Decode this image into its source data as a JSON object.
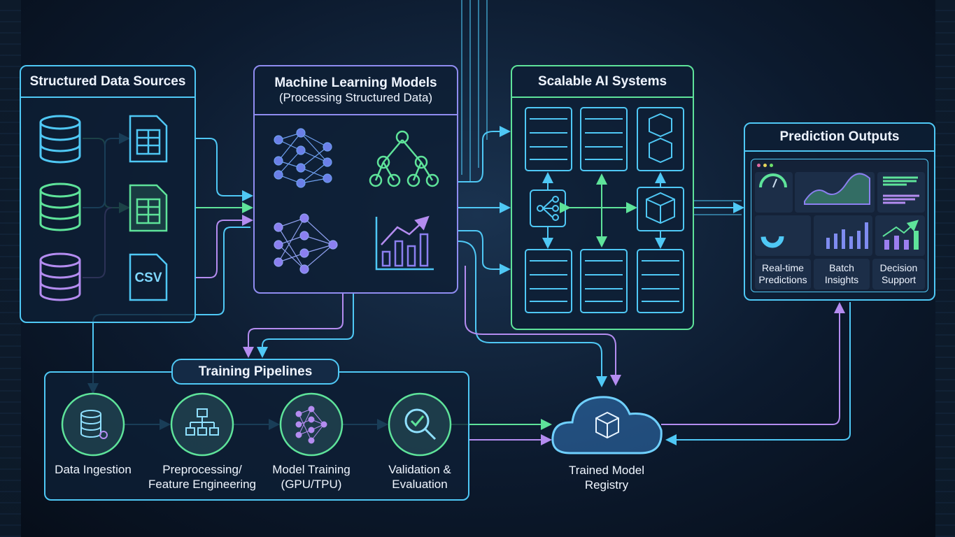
{
  "sources": {
    "title": "Structured Data Sources",
    "csv_label": "CSV"
  },
  "models": {
    "title": "Machine Learning Models",
    "subtitle": "(Processing Structured Data)"
  },
  "systems": {
    "title": "Scalable AI Systems"
  },
  "outputs": {
    "title": "Prediction Outputs",
    "cards": [
      "Real-time Predictions",
      "Batch Insights",
      "Decision Support"
    ]
  },
  "pipeline": {
    "title": "Training Pipelines",
    "steps": [
      {
        "label1": "Data Ingestion",
        "label2": "",
        "icon": "database-gear-icon"
      },
      {
        "label1": "Preprocessing/",
        "label2": "Feature Engineering",
        "icon": "hierarchy-icon"
      },
      {
        "label1": "Model Training",
        "label2": "(GPU/TPU)",
        "icon": "neural-network-icon"
      },
      {
        "label1": "Validation &",
        "label2": "Evaluation",
        "icon": "magnifier-check-icon"
      }
    ]
  },
  "registry": {
    "label1": "Trained Model",
    "label2": "Registry"
  },
  "colors": {
    "cyan": "#4fc8f5",
    "green": "#5ee39a",
    "purple": "#b48cf0",
    "background": "#0c1a2e"
  }
}
